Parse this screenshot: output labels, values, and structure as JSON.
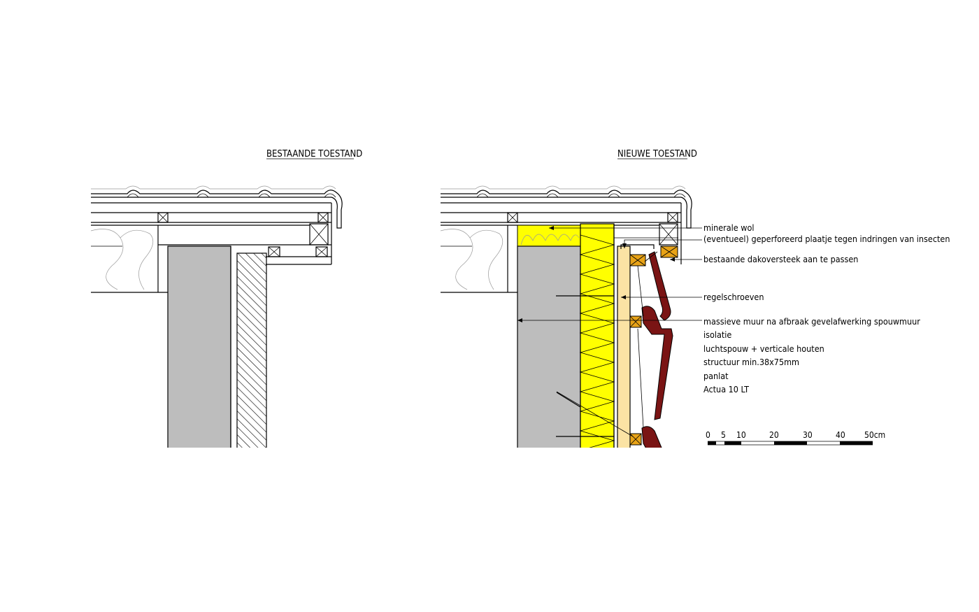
{
  "titles": {
    "existing": "BESTAANDE TOESTAND",
    "new": "NIEUWE TOESTAND"
  },
  "annotations": [
    "minerale wol",
    "(eventueel) geperforeerd plaatje tegen indringen van insecten",
    "bestaande dakoversteek aan te passen",
    "regelschroeven",
    "massieve muur na afbraak gevelafwerking spouwmuur",
    "isolatie",
    "luchtspouw + verticale houten",
    "structuur min.38x75mm",
    "panlat",
    "Actua 10 LT"
  ],
  "scale_bar": {
    "labels": [
      "0",
      "5",
      "10",
      "20",
      "30",
      "40",
      "50cm"
    ]
  },
  "colors": {
    "masonry": "#bdbdbd",
    "insulation": "#ffff00",
    "timber_structure": "#fbe3a4",
    "batten": "#e8a317",
    "cladding": "#7a1414"
  }
}
